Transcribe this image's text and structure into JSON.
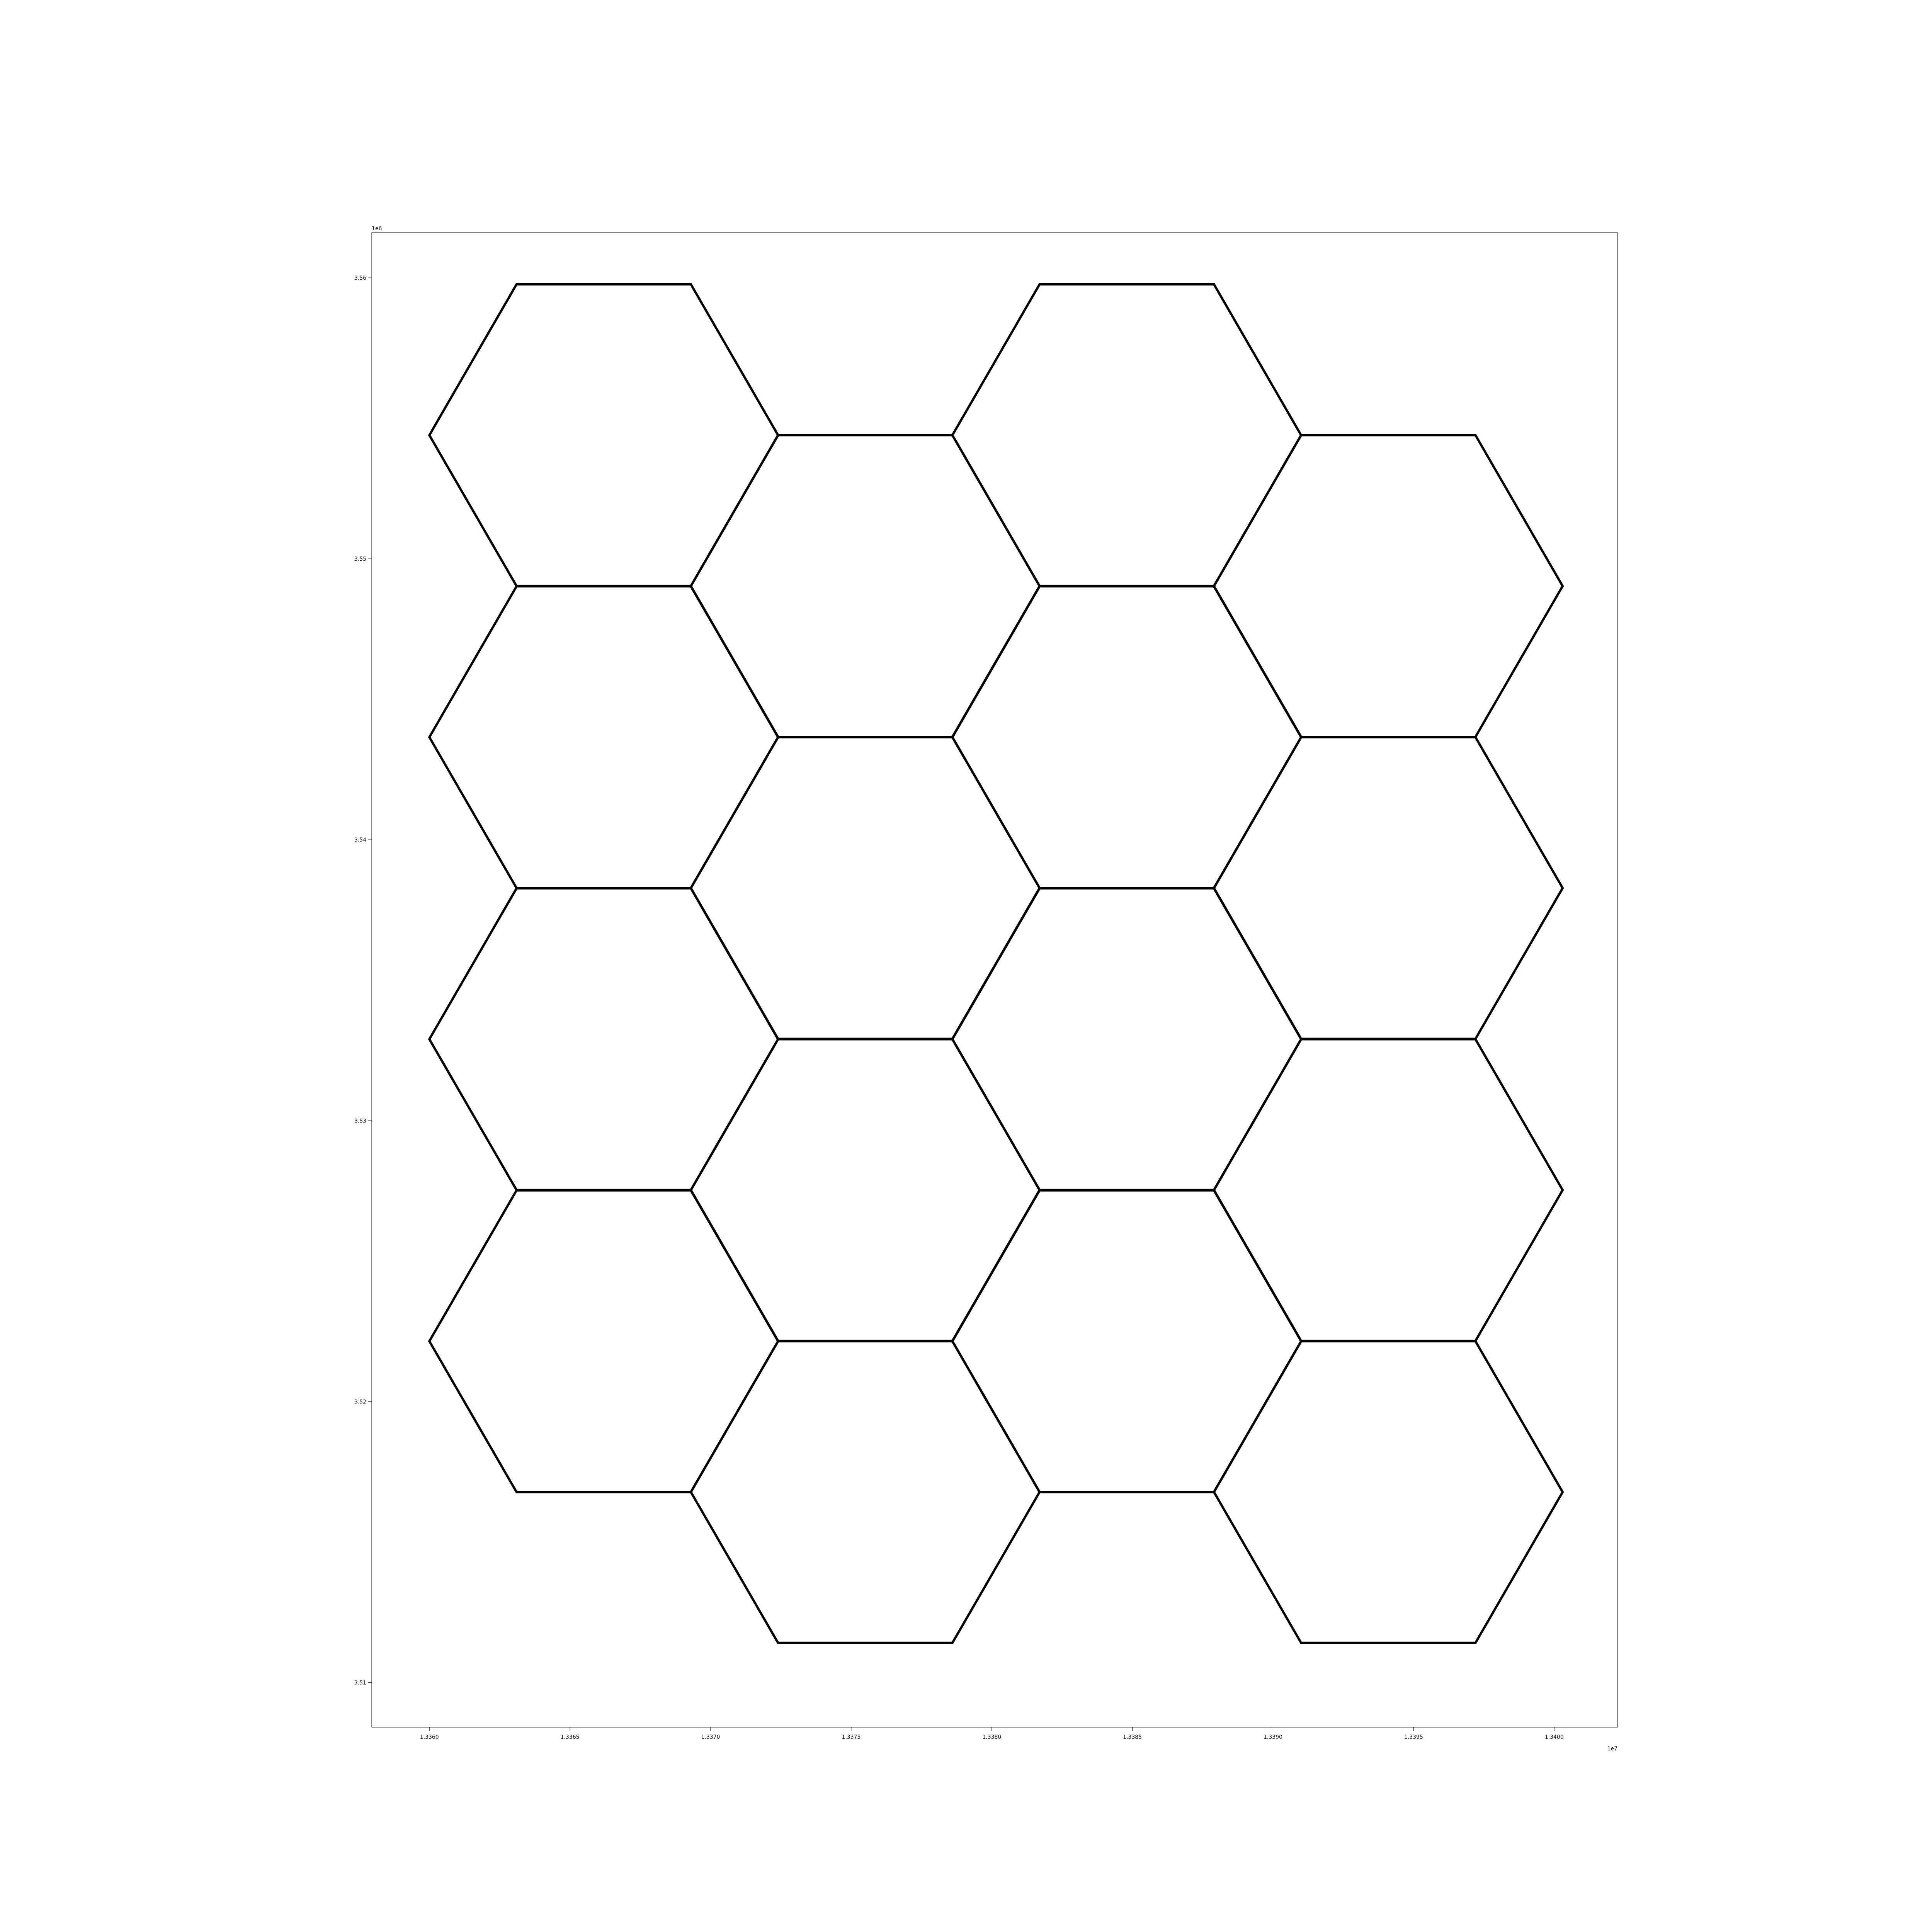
{
  "chart_data": {
    "type": "map",
    "geometry": "hexagonal-grid",
    "grid_on": false,
    "style": {
      "background": "#ffffff",
      "hex_fill": "none",
      "hex_stroke": "#000000",
      "frame_stroke": "#000000"
    },
    "axes": {
      "x": {
        "range": [
          13357950,
          13402250
        ],
        "ticks": [
          13360000,
          13365000,
          13370000,
          13375000,
          13380000,
          13385000,
          13390000,
          13395000,
          13400000
        ],
        "tick_labels": [
          "1.3360",
          "1.3365",
          "1.3370",
          "1.3375",
          "1.3380",
          "1.3385",
          "1.3390",
          "1.3395",
          "1.3400"
        ],
        "offset_label": "1e7"
      },
      "y": {
        "range": [
          3508410,
          3561610
        ],
        "ticks": [
          3510000,
          3520000,
          3530000,
          3540000,
          3550000,
          3560000
        ],
        "tick_labels": [
          "3.51",
          "3.52",
          "3.53",
          "3.54",
          "3.55",
          "3.56"
        ],
        "offset_label": "1e6"
      }
    },
    "hexagons": [
      {
        "id": "hex-c0-r0",
        "center": [
          13366200,
          3554400
        ],
        "radius": 6200
      },
      {
        "id": "hex-c0-r1",
        "center": [
          13366200,
          3543650
        ],
        "radius": 6200
      },
      {
        "id": "hex-c0-r2",
        "center": [
          13366200,
          3532900
        ],
        "radius": 6200
      },
      {
        "id": "hex-c0-r3",
        "center": [
          13366200,
          3522150
        ],
        "radius": 6200
      },
      {
        "id": "hex-c1-r0",
        "center": [
          13375500,
          3549030
        ],
        "radius": 6200
      },
      {
        "id": "hex-c1-r1",
        "center": [
          13375500,
          3538280
        ],
        "radius": 6200
      },
      {
        "id": "hex-c1-r2",
        "center": [
          13375500,
          3527530
        ],
        "radius": 6200
      },
      {
        "id": "hex-c1-r3",
        "center": [
          13375500,
          3516780
        ],
        "radius": 6200
      },
      {
        "id": "hex-c2-r0",
        "center": [
          13384800,
          3554400
        ],
        "radius": 6200
      },
      {
        "id": "hex-c2-r1",
        "center": [
          13384800,
          3543650
        ],
        "radius": 6200
      },
      {
        "id": "hex-c2-r2",
        "center": [
          13384800,
          3532900
        ],
        "radius": 6200
      },
      {
        "id": "hex-c2-r3",
        "center": [
          13384800,
          3522150
        ],
        "radius": 6200
      },
      {
        "id": "hex-c3-r0",
        "center": [
          13394100,
          3549030
        ],
        "radius": 6200
      },
      {
        "id": "hex-c3-r1",
        "center": [
          13394100,
          3538280
        ],
        "radius": 6200
      },
      {
        "id": "hex-c3-r2",
        "center": [
          13394100,
          3527530
        ],
        "radius": 6200
      },
      {
        "id": "hex-c3-r3",
        "center": [
          13394100,
          3516780
        ],
        "radius": 6200
      }
    ]
  }
}
